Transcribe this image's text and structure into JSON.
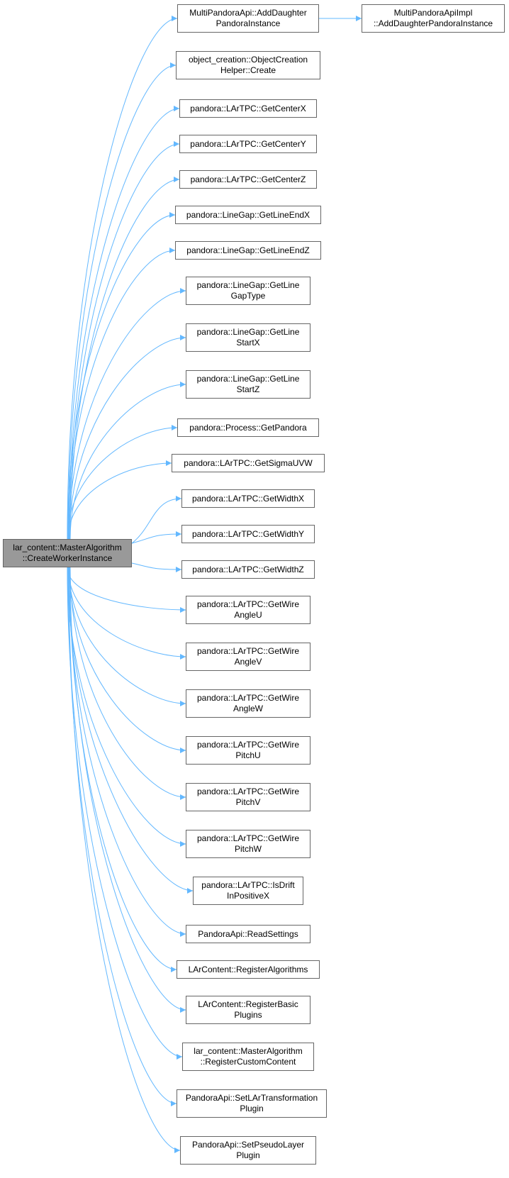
{
  "colors": {
    "edge": "#63b8ff",
    "node_border": "#666666",
    "root_fill": "#999999"
  },
  "root": {
    "id": "root",
    "lines": [
      "lar_content::MasterAlgorithm",
      "::CreateWorkerInstance"
    ]
  },
  "nodes": [
    {
      "id": "n0",
      "lines": [
        "MultiPandoraApi::AddDaughter",
        "PandoraInstance"
      ]
    },
    {
      "id": "n1",
      "lines": [
        "object_creation::ObjectCreation",
        "Helper::Create"
      ]
    },
    {
      "id": "n2",
      "lines": [
        "pandora::LArTPC::GetCenterX"
      ]
    },
    {
      "id": "n3",
      "lines": [
        "pandora::LArTPC::GetCenterY"
      ]
    },
    {
      "id": "n4",
      "lines": [
        "pandora::LArTPC::GetCenterZ"
      ]
    },
    {
      "id": "n5",
      "lines": [
        "pandora::LineGap::GetLineEndX"
      ]
    },
    {
      "id": "n6",
      "lines": [
        "pandora::LineGap::GetLineEndZ"
      ]
    },
    {
      "id": "n7",
      "lines": [
        "pandora::LineGap::GetLine",
        "GapType"
      ]
    },
    {
      "id": "n8",
      "lines": [
        "pandora::LineGap::GetLine",
        "StartX"
      ]
    },
    {
      "id": "n9",
      "lines": [
        "pandora::LineGap::GetLine",
        "StartZ"
      ]
    },
    {
      "id": "n10",
      "lines": [
        "pandora::Process::GetPandora"
      ]
    },
    {
      "id": "n11",
      "lines": [
        "pandora::LArTPC::GetSigmaUVW"
      ]
    },
    {
      "id": "n12",
      "lines": [
        "pandora::LArTPC::GetWidthX"
      ]
    },
    {
      "id": "n13",
      "lines": [
        "pandora::LArTPC::GetWidthY"
      ]
    },
    {
      "id": "n14",
      "lines": [
        "pandora::LArTPC::GetWidthZ"
      ]
    },
    {
      "id": "n15",
      "lines": [
        "pandora::LArTPC::GetWire",
        "AngleU"
      ]
    },
    {
      "id": "n16",
      "lines": [
        "pandora::LArTPC::GetWire",
        "AngleV"
      ]
    },
    {
      "id": "n17",
      "lines": [
        "pandora::LArTPC::GetWire",
        "AngleW"
      ]
    },
    {
      "id": "n18",
      "lines": [
        "pandora::LArTPC::GetWire",
        "PitchU"
      ]
    },
    {
      "id": "n19",
      "lines": [
        "pandora::LArTPC::GetWire",
        "PitchV"
      ]
    },
    {
      "id": "n20",
      "lines": [
        "pandora::LArTPC::GetWire",
        "PitchW"
      ]
    },
    {
      "id": "n21",
      "lines": [
        "pandora::LArTPC::IsDrift",
        "InPositiveX"
      ]
    },
    {
      "id": "n22",
      "lines": [
        "PandoraApi::ReadSettings"
      ]
    },
    {
      "id": "n23",
      "lines": [
        "LArContent::RegisterAlgorithms"
      ]
    },
    {
      "id": "n24",
      "lines": [
        "LArContent::RegisterBasic",
        "Plugins"
      ]
    },
    {
      "id": "n25",
      "lines": [
        "lar_content::MasterAlgorithm",
        "::RegisterCustomContent"
      ]
    },
    {
      "id": "n26",
      "lines": [
        "PandoraApi::SetLArTransformation",
        "Plugin"
      ]
    },
    {
      "id": "n27",
      "lines": [
        "PandoraApi::SetPseudoLayer",
        "Plugin"
      ]
    },
    {
      "id": "n28",
      "lines": [
        "MultiPandoraApiImpl",
        "::AddDaughterPandoraInstance"
      ]
    }
  ]
}
